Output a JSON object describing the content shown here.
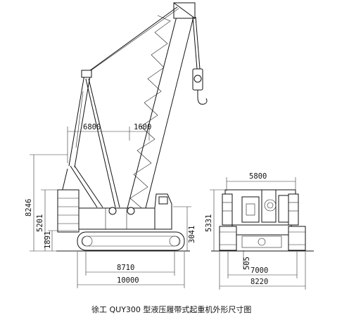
{
  "caption": "徐工 QUY300 型液压履带式起重机外形尺寸图",
  "side_view": {
    "dim_boom_radius": "6800",
    "dim_mast_offset": "1600",
    "dim_total_height": "8246",
    "dim_mid_height": "5201",
    "dim_ground_clearance": "1891",
    "dim_track_height": "3041",
    "dim_track_length": "8710",
    "dim_overall_length": "10000"
  },
  "front_view": {
    "dim_top_width": "5800",
    "dim_height": "5331",
    "dim_track_gauge_small": "505",
    "dim_gauge": "7000",
    "dim_overall_width": "8220"
  }
}
